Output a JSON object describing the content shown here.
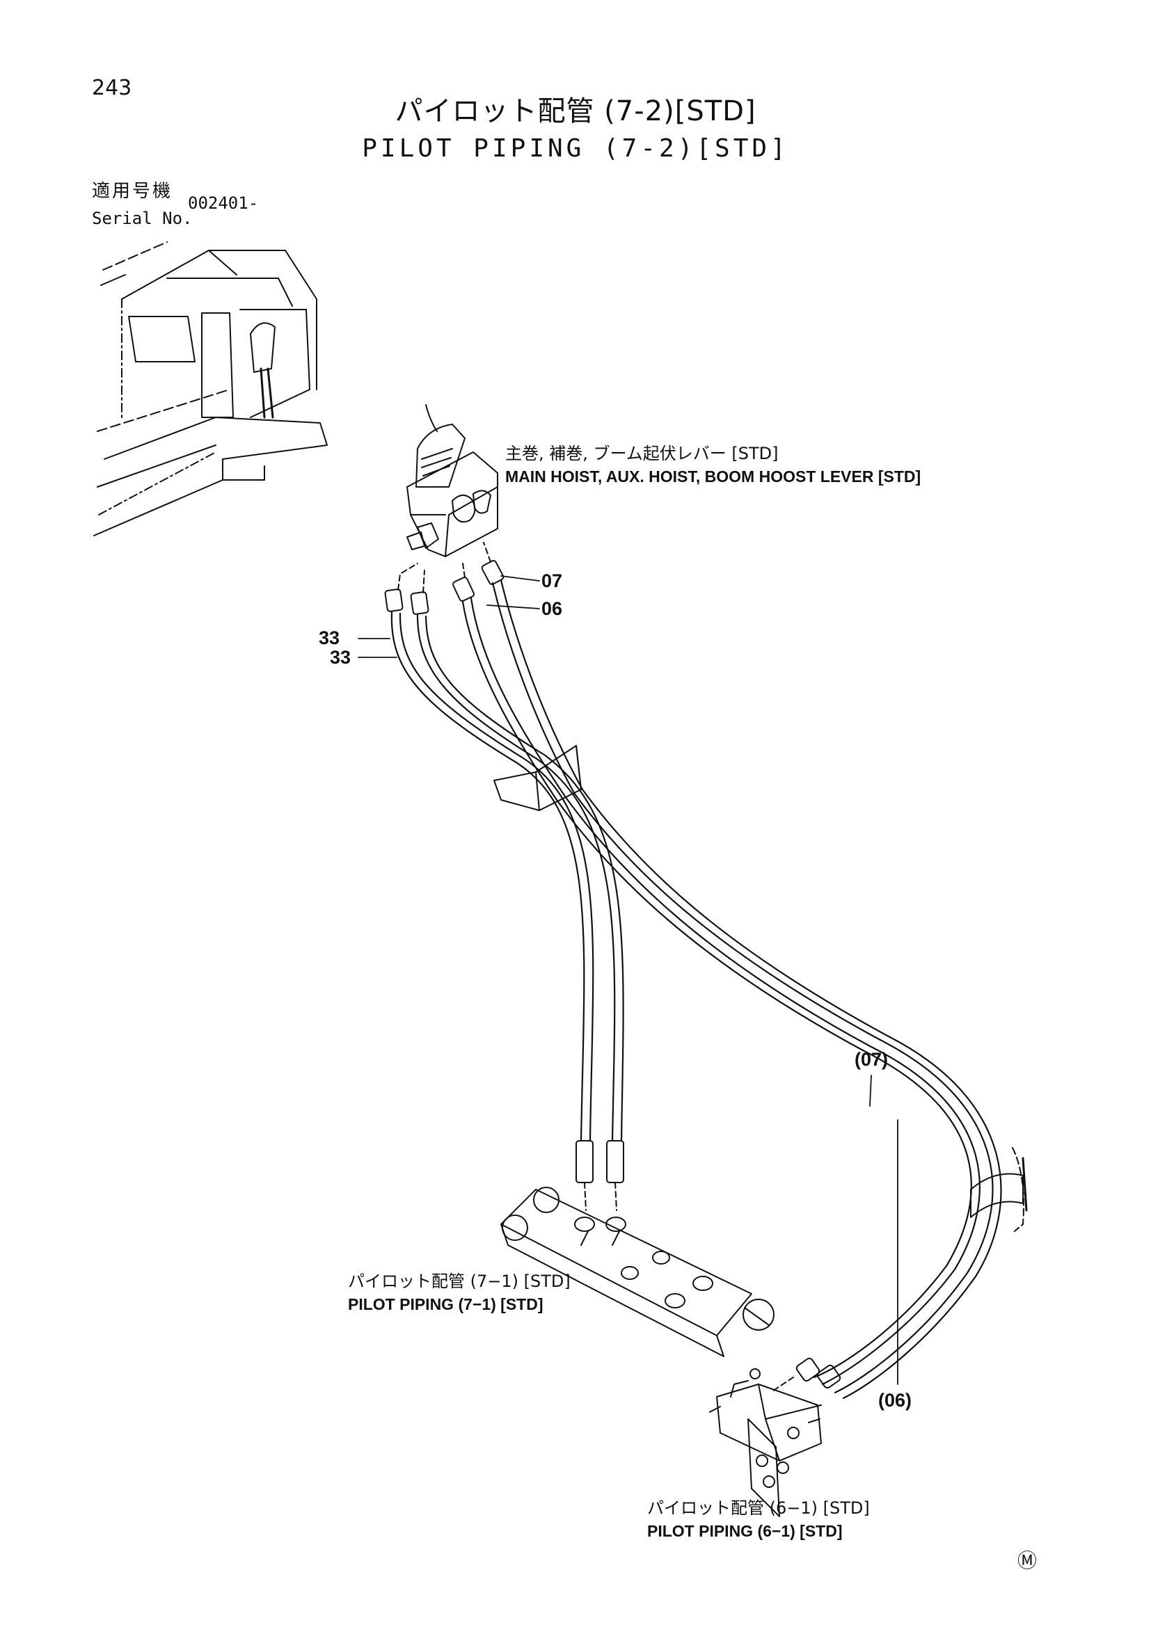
{
  "page_number": "243",
  "title_jp": "パイロット配管 (7-2)[STD]",
  "title_en": "PILOT PIPING (7-2)[STD]",
  "serial": {
    "label_jp": "適用号機",
    "label_en": "Serial No.",
    "value": "002401-"
  },
  "lever_label": {
    "jp": "主巻, 補巻, ブーム起伏レバー [STD]",
    "en": "MAIN HOIST, AUX. HOIST, BOOM HOOST LEVER [STD]"
  },
  "part_numbers": {
    "p07": "07",
    "p06": "06",
    "p33a": "33",
    "p33b": "33",
    "p07_ref": "(07)",
    "p06_ref": "(06)"
  },
  "piping_7_1": {
    "jp": "パイロット配管 (7−1) [STD]",
    "en": "PILOT PIPING (7−1) [STD]"
  },
  "piping_6_1": {
    "jp": "パイロット配管 (6−1) [STD]",
    "en": "PILOT PIPING (6−1) [STD]"
  },
  "corner_mark": "Ⓜ"
}
